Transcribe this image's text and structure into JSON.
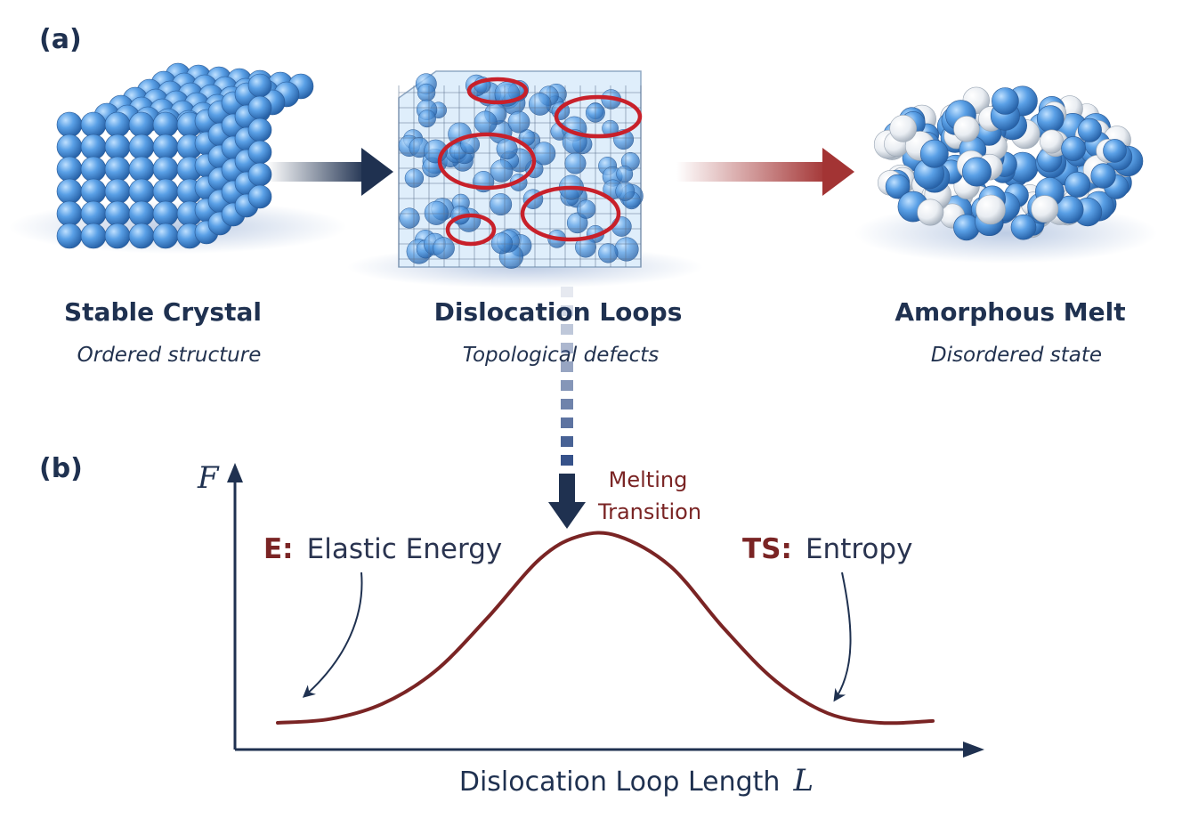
{
  "panels": {
    "a": "(a)",
    "b": "(b)"
  },
  "stages": [
    {
      "title": "Stable Crystal",
      "subtitle": "Ordered structure"
    },
    {
      "title": "Dislocation Loops",
      "subtitle": "Topological defects"
    },
    {
      "title": "Amorphous Melt",
      "subtitle": "Disordered state"
    }
  ],
  "plot": {
    "y_axis_label": "F",
    "x_axis_label": "Dislocation Loop Length",
    "x_axis_symbol": "L",
    "melting_label_line1": "Melting",
    "melting_label_line2": "Transition",
    "elastic_key": "E:",
    "elastic_text": "Elastic Energy",
    "entropy_key": "TS:",
    "entropy_text": "Entropy"
  },
  "colors": {
    "navy": "#1f3150",
    "crimson": "#7a2424",
    "sphere_blue": "#4f93d9",
    "sphere_white": "#f2f4f7",
    "loop_red": "#c8202a"
  },
  "chart_data": {
    "type": "line",
    "title": "",
    "xlabel": "Dislocation Loop Length L",
    "ylabel": "F",
    "x": [
      0,
      0.08,
      0.16,
      0.24,
      0.32,
      0.4,
      0.46,
      0.52,
      0.6,
      0.68,
      0.76,
      0.84,
      0.92,
      1.0
    ],
    "series": [
      {
        "values": [
          0.0,
          0.02,
          0.1,
          0.27,
          0.55,
          0.86,
          0.98,
          0.98,
          0.82,
          0.5,
          0.22,
          0.05,
          0.0,
          0.01
        ]
      }
    ],
    "grid": false
  }
}
